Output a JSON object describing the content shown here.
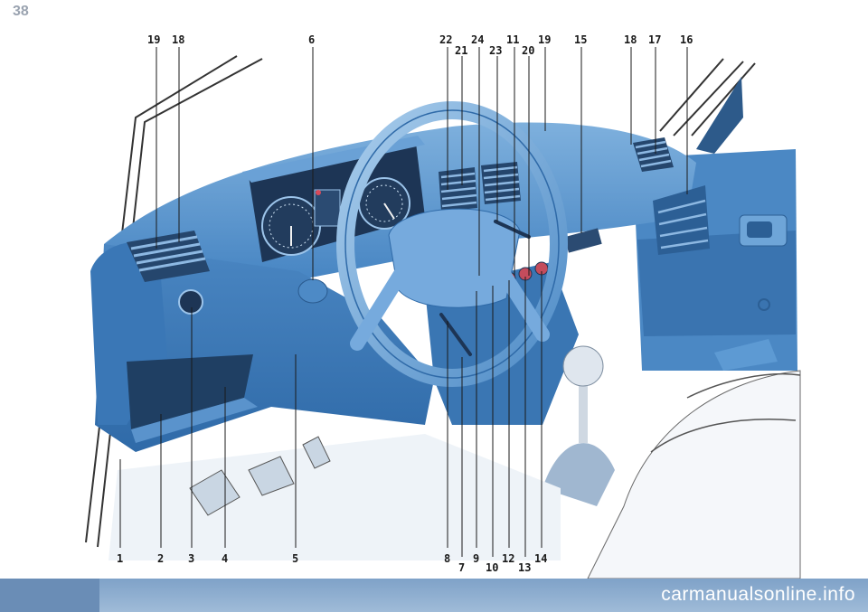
{
  "page": {
    "number": "38"
  },
  "diagram": {
    "top_labels": [
      "19",
      "18",
      "6",
      "22",
      "21",
      "24",
      "23",
      "11",
      "20",
      "19",
      "15",
      "18",
      "17",
      "16"
    ],
    "bottom_labels": [
      "1",
      "2",
      "3",
      "4",
      "5",
      "8",
      "7",
      "9",
      "10",
      "12",
      "13",
      "14"
    ]
  },
  "watermark": "carmanualsonline.info"
}
